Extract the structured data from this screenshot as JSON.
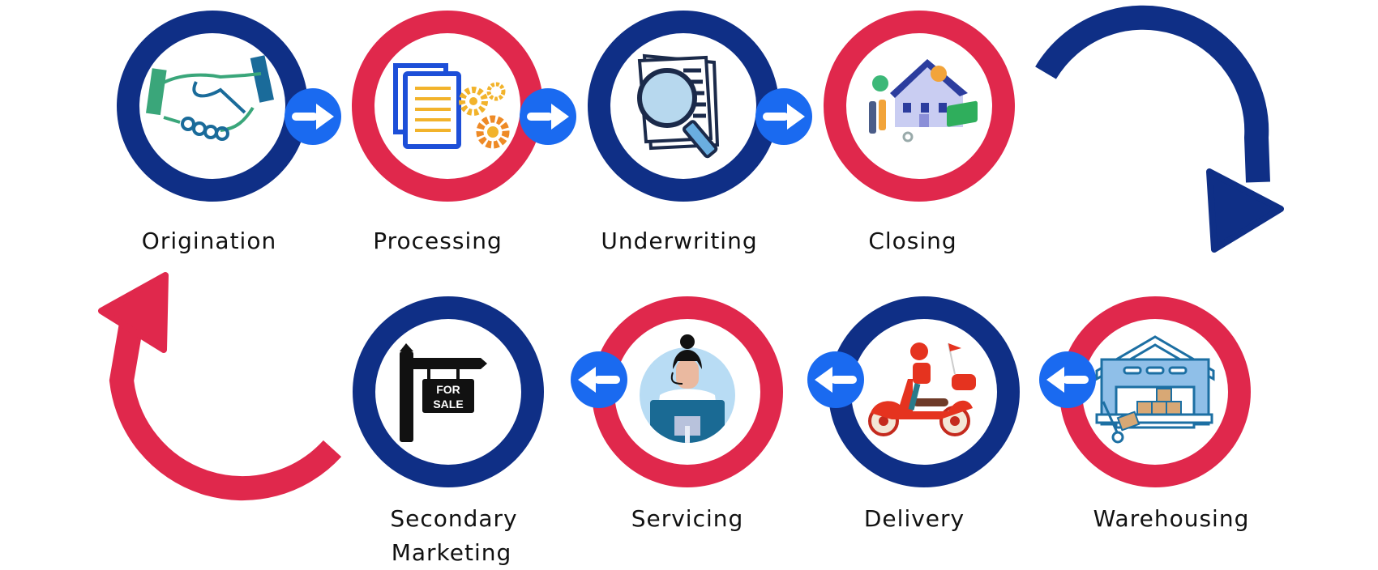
{
  "colors": {
    "navy": "#0f2f86",
    "crimson": "#e0284c",
    "badge": "#1a6af0"
  },
  "steps": [
    {
      "label": "Origination",
      "ring": "navy",
      "icon": "handshake-icon",
      "badge": "arrow-right-icon"
    },
    {
      "label": "Processing",
      "ring": "crimson",
      "icon": "documents-gears-icon",
      "badge": "arrow-right-icon"
    },
    {
      "label": "Underwriting",
      "ring": "navy",
      "icon": "magnifier-document-icon",
      "badge": "arrow-right-icon"
    },
    {
      "label": "Closing",
      "ring": "crimson",
      "icon": "house-money-icon",
      "badge": null
    },
    {
      "label": "Warehousing",
      "ring": "crimson",
      "icon": "warehouse-icon",
      "badge": "arrow-left-icon"
    },
    {
      "label": "Delivery",
      "ring": "navy",
      "icon": "scooter-icon",
      "badge": "arrow-left-icon"
    },
    {
      "label": "Servicing",
      "ring": "crimson",
      "icon": "support-agent-icon",
      "badge": "arrow-left-icon"
    },
    {
      "label": "Secondary Marketing",
      "label_line1": "Secondary",
      "label_line2": "Marketing",
      "ring": "navy",
      "icon": "for-sale-sign-icon",
      "badge": null
    }
  ],
  "sign_text": {
    "line1": "FOR",
    "line2": "SALE"
  }
}
